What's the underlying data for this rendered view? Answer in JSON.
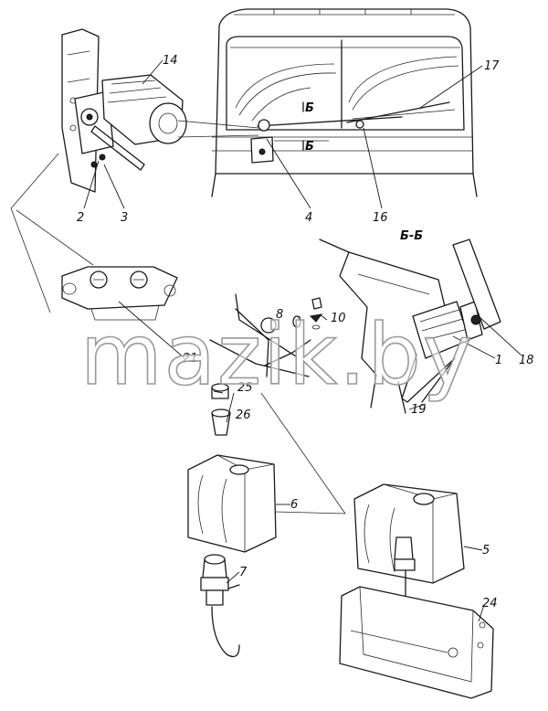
{
  "diagram": {
    "section_title": "Б-Б",
    "section_marks": [
      "Б",
      "Б"
    ],
    "callouts": [
      "14",
      "17",
      "2",
      "3",
      "4",
      "16",
      "18",
      "1",
      "8",
      "10",
      "21",
      "25",
      "26",
      "19",
      "6",
      "7",
      "5",
      "24"
    ],
    "watermark": "mazik.by"
  }
}
